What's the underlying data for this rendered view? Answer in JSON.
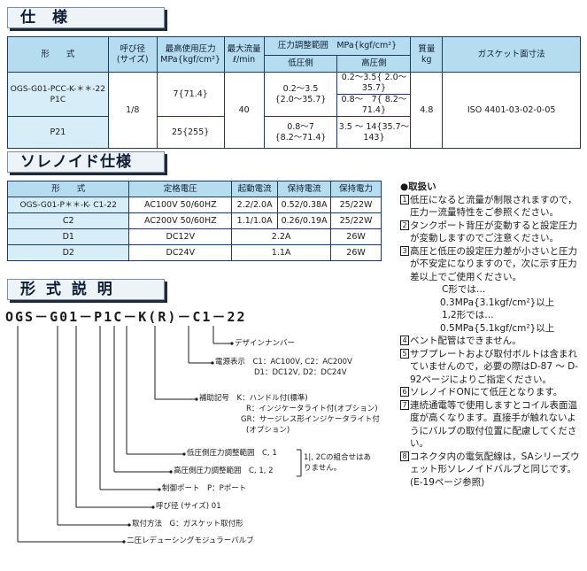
{
  "spec": {
    "heading": "仕　様",
    "headers": {
      "model": "形　　式",
      "port_size": "呼び径\n(サイズ)",
      "max_pressure": "最高使用圧力\nMPa{kgf/cm²}",
      "max_flow": "最大流量\nℓ/min",
      "pressure_range": "圧力調整範囲　MPa{kgf/cm²}",
      "low_side": "低圧側",
      "high_side": "高圧側",
      "mass": "質量\nkg",
      "gasket": "ガスケット面寸法"
    },
    "rows": {
      "r1_model": "OGS-G01-PCC-K-＊＊-22\nP1C",
      "r1_maxp": "7{71.4}",
      "r1_low": "0.2～3.5\n{2.0～35.7}",
      "r1_high_a": "0.2～3.5{ 2.0～35.7}",
      "r1_high_b": "0.8～　7{ 8.2～71.4}",
      "r2_model": "P21",
      "r2_maxp": "25{255}",
      "r2_low": "0.8～7\n{8.2～71.4}",
      "r2_high": "3.5 ～ 14{35.7～143}",
      "size": "1/8",
      "flow": "40",
      "mass": "4.8",
      "gasket": "ISO 4401-03-02-0-05"
    }
  },
  "solenoid": {
    "heading": "ソレノイド仕様",
    "headers": [
      "形　　式",
      "定格電圧",
      "起動電流",
      "保持電流",
      "保持電力"
    ],
    "rows": [
      [
        "OGS-G01-P＊＊-K- C1-22",
        "AC100V 50/60HZ",
        "2.2/2.0A",
        "0.52/0.38A",
        "25/22W"
      ],
      [
        "C2",
        "AC200V 50/60HZ",
        "1.1/1.0A",
        "0.26/0.19A",
        "25/22W"
      ],
      [
        "D1",
        "DC12V",
        "2.2A",
        "",
        "26W"
      ],
      [
        "D2",
        "DC24V",
        "1.1A",
        "",
        "26W"
      ]
    ]
  },
  "model_desc": {
    "heading": "形 式 説 明",
    "code": "OGS－G01－P1C－K(R)－C1－22",
    "labels": {
      "design": "デザインナンバー",
      "power_1": "電源表示　C1：AC100V, C2：AC200V",
      "power_2": "D1：DC12V, D2：DC24V",
      "aux_1": "補助記号　K：ハンドル付(標準)",
      "aux_2": "R：インジケータライト付(オプション)",
      "aux_3": "GR：サージレス形インジケータライト付",
      "aux_4": "(オプション)",
      "low_adj": "低圧側圧力調整範囲　C, 1",
      "high_adj": "高圧側圧力調整範囲　C, 1, 2",
      "combo_note_1": "1|, 2Cの組合せはあ",
      "combo_note_2": "りません。",
      "control_port": "制御ポート　P：Pポート",
      "port_size": "呼び径 (サイズ) 01",
      "mounting": "取付方法　G：ガスケット取付形",
      "product": "二圧レデューシングモジュラーバルブ"
    }
  },
  "notes": {
    "title": "●取扱い",
    "items": {
      "n1": "低圧になると流量が制限されますので，圧力ー流量特性をご参照ください。",
      "n2": "タンクポート背圧が変動すると設定圧力が変動しますのでご注意ください。",
      "n3": "高圧と低圧の設定圧力差が小さいと圧力が不安定になりますので，次に示す圧力差以上でご使用ください。",
      "n3_c": "C形では…",
      "n3_c_val": "0.3MPa{3.1kgf/cm²}以上",
      "n3_12": "1,2形では…",
      "n3_12_val": "0.5MPa{5.1kgf/cm²}以上",
      "n4": "ベント配管はできません。",
      "n5": "サブプレートおよび取付ボルトは含まれていませんので，必要の際はD-87 ～ D-92ページによりご指定ください。",
      "n6": "ソレノイドONにて低圧となります。",
      "n7": "連続通電等で使用しますとコイル表面温度が高くなります。直接手が触れないようにバルブの取付位置に配慮してください。",
      "n8": "コネクタ内の電気配線は，SAシリーズウェット形ソレノイドバルブと同じです。(E-19ページ参照)"
    },
    "numbers": [
      "1",
      "2",
      "3",
      "4",
      "5",
      "6",
      "7",
      "8"
    ]
  }
}
